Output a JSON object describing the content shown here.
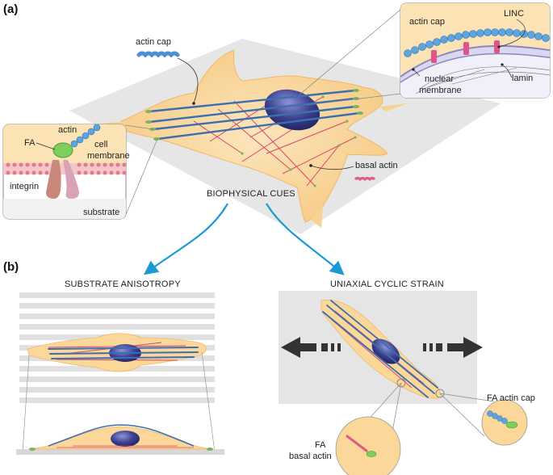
{
  "panel_a": {
    "label": "(a)",
    "labels": {
      "actin_cap": "actin cap",
      "basal_actin": "basal actin",
      "biophysical_cues": "BIOPHYSICAL CUES"
    },
    "inset_left": {
      "fa": "FA",
      "actin": "actin",
      "cell": "cell",
      "membrane": "membrane",
      "integrin": "integrin",
      "substrate": "substrate"
    },
    "inset_right": {
      "actin_cap": "actin cap",
      "linc": "LINC",
      "nuclear": "nuclear",
      "membrane": "membrane",
      "lamin": "lamin"
    }
  },
  "panel_b": {
    "label": "(b)",
    "left_title": "SUBSTRATE ANISOTROPY",
    "right_title": "UNIAXIAL CYCLIC STRAIN",
    "fa_actin_cap": "FA actin cap",
    "fa": "FA",
    "basal_actin": "basal actin"
  },
  "colors": {
    "cell": "#fbd79a",
    "actin_cap": "#3b6fb0",
    "basal_actin": "#d9436a",
    "nucleus": "#3a3f8f",
    "arrow": "#1a9ad0",
    "substrate": "#e2e2e2"
  }
}
